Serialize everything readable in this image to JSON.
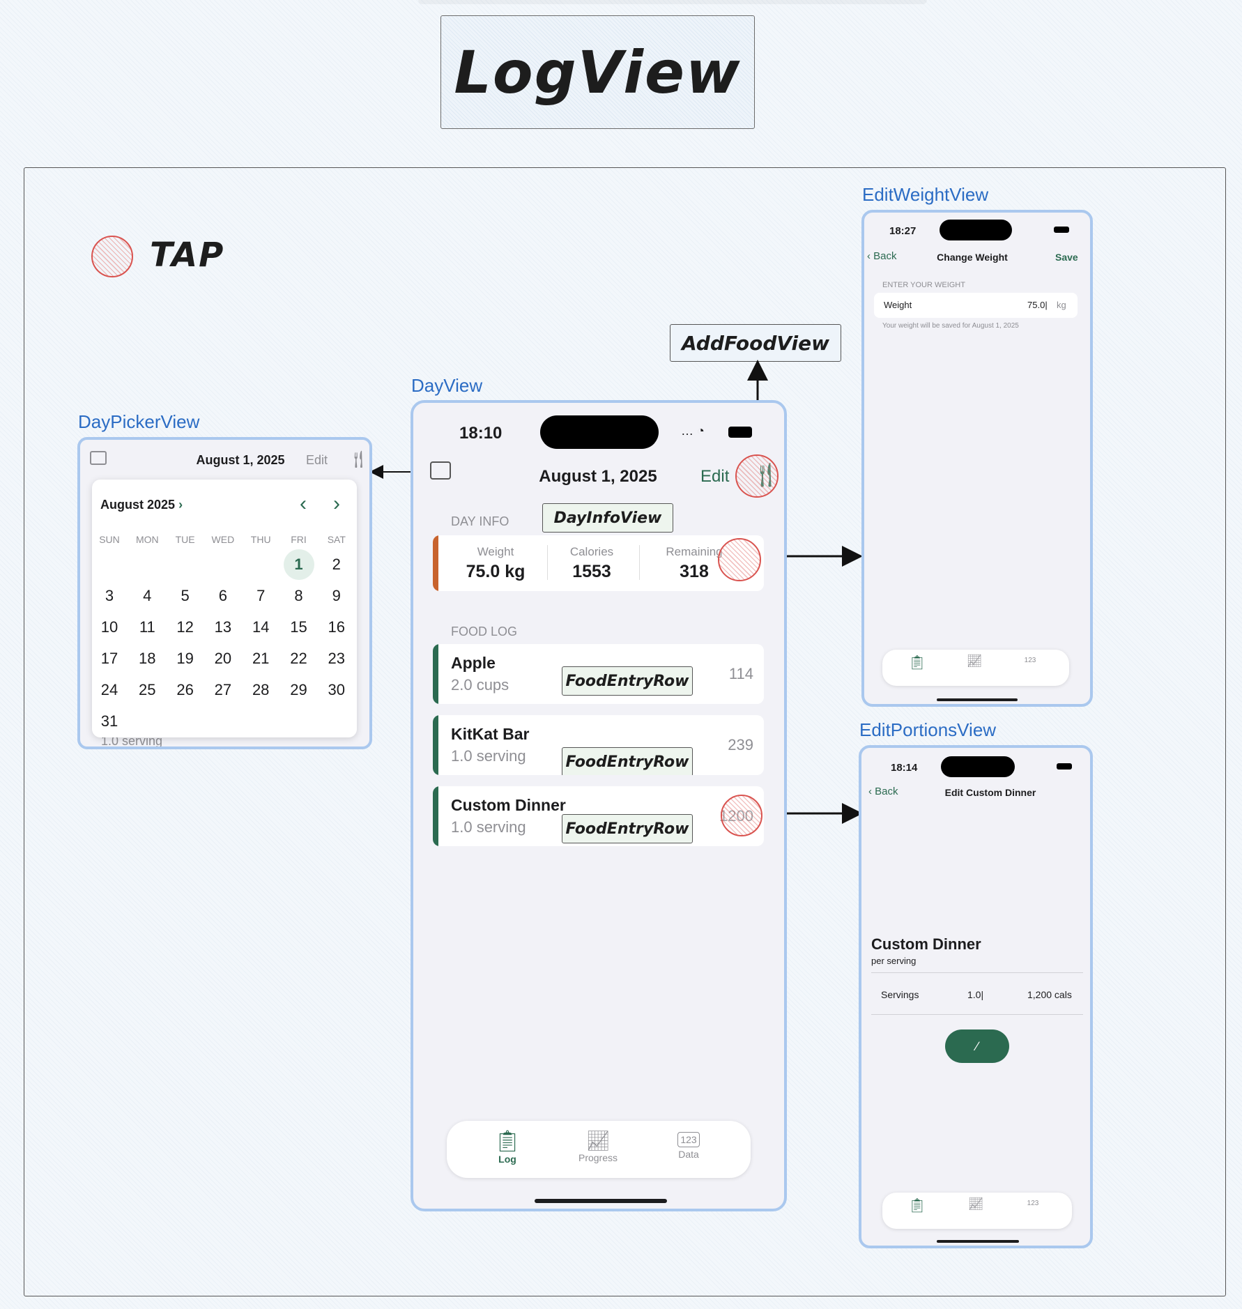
{
  "title": "LogView",
  "legend": {
    "tap_label": "TAP"
  },
  "views": {
    "day_picker": "DayPickerView",
    "day": "DayView",
    "add_food": "AddFoodView",
    "day_info": "DayInfoView",
    "food_entry_row": "FoodEntryRow",
    "edit_weight": "EditWeightView",
    "edit_portions": "EditPortionsView"
  },
  "day_view": {
    "time": "18:10",
    "date": "August 1, 2025",
    "edit_label": "Edit",
    "day_info_header": "DAY INFO",
    "weight_label": "Weight",
    "weight_value": "75.0 kg",
    "calories_label": "Calories",
    "calories_value": "1553",
    "remaining_label": "Remaining",
    "remaining_value": "318",
    "food_log_header": "FOOD LOG",
    "entries": [
      {
        "name": "Apple",
        "portion": "2.0 cups",
        "calories": "114"
      },
      {
        "name": "KitKat Bar",
        "portion": "1.0 serving",
        "calories": "239"
      },
      {
        "name": "Custom Dinner",
        "portion": "1.0 serving",
        "calories": "1200"
      }
    ],
    "tabs": [
      "Log",
      "Progress",
      "Data"
    ]
  },
  "day_picker": {
    "date": "August 1, 2025",
    "edit_label": "Edit",
    "month_label": "August 2025",
    "weekdays": [
      "SUN",
      "MON",
      "TUE",
      "WED",
      "THU",
      "FRI",
      "SAT"
    ],
    "days": [
      "1",
      "2",
      "3",
      "4",
      "5",
      "6",
      "7",
      "8",
      "9",
      "10",
      "11",
      "12",
      "13",
      "14",
      "15",
      "16",
      "17",
      "18",
      "19",
      "20",
      "21",
      "22",
      "23",
      "24",
      "25",
      "26",
      "27",
      "28",
      "29",
      "30",
      "31"
    ],
    "selected_day": "1",
    "peek_text": "1.0 serving"
  },
  "edit_weight": {
    "time": "18:27",
    "back": "Back",
    "nav_title": "Change Weight",
    "save": "Save",
    "section": "ENTER YOUR WEIGHT",
    "field_label": "Weight",
    "field_value": "75.0",
    "unit": "kg",
    "footnote": "Your weight will be saved for August 1, 2025"
  },
  "edit_portions": {
    "time": "18:14",
    "back": "Back",
    "nav_title": "Edit Custom Dinner",
    "food_name": "Custom Dinner",
    "per": "per serving",
    "servings_label": "Servings",
    "servings_value": "1.0",
    "calories": "1,200 cals"
  },
  "colors": {
    "accent_green": "#2b6a50",
    "day_info_bar": "#c8632d",
    "view_label_blue": "#2b6cc4",
    "tap_red": "#d9534f",
    "phone_border": "#aac8ee"
  }
}
